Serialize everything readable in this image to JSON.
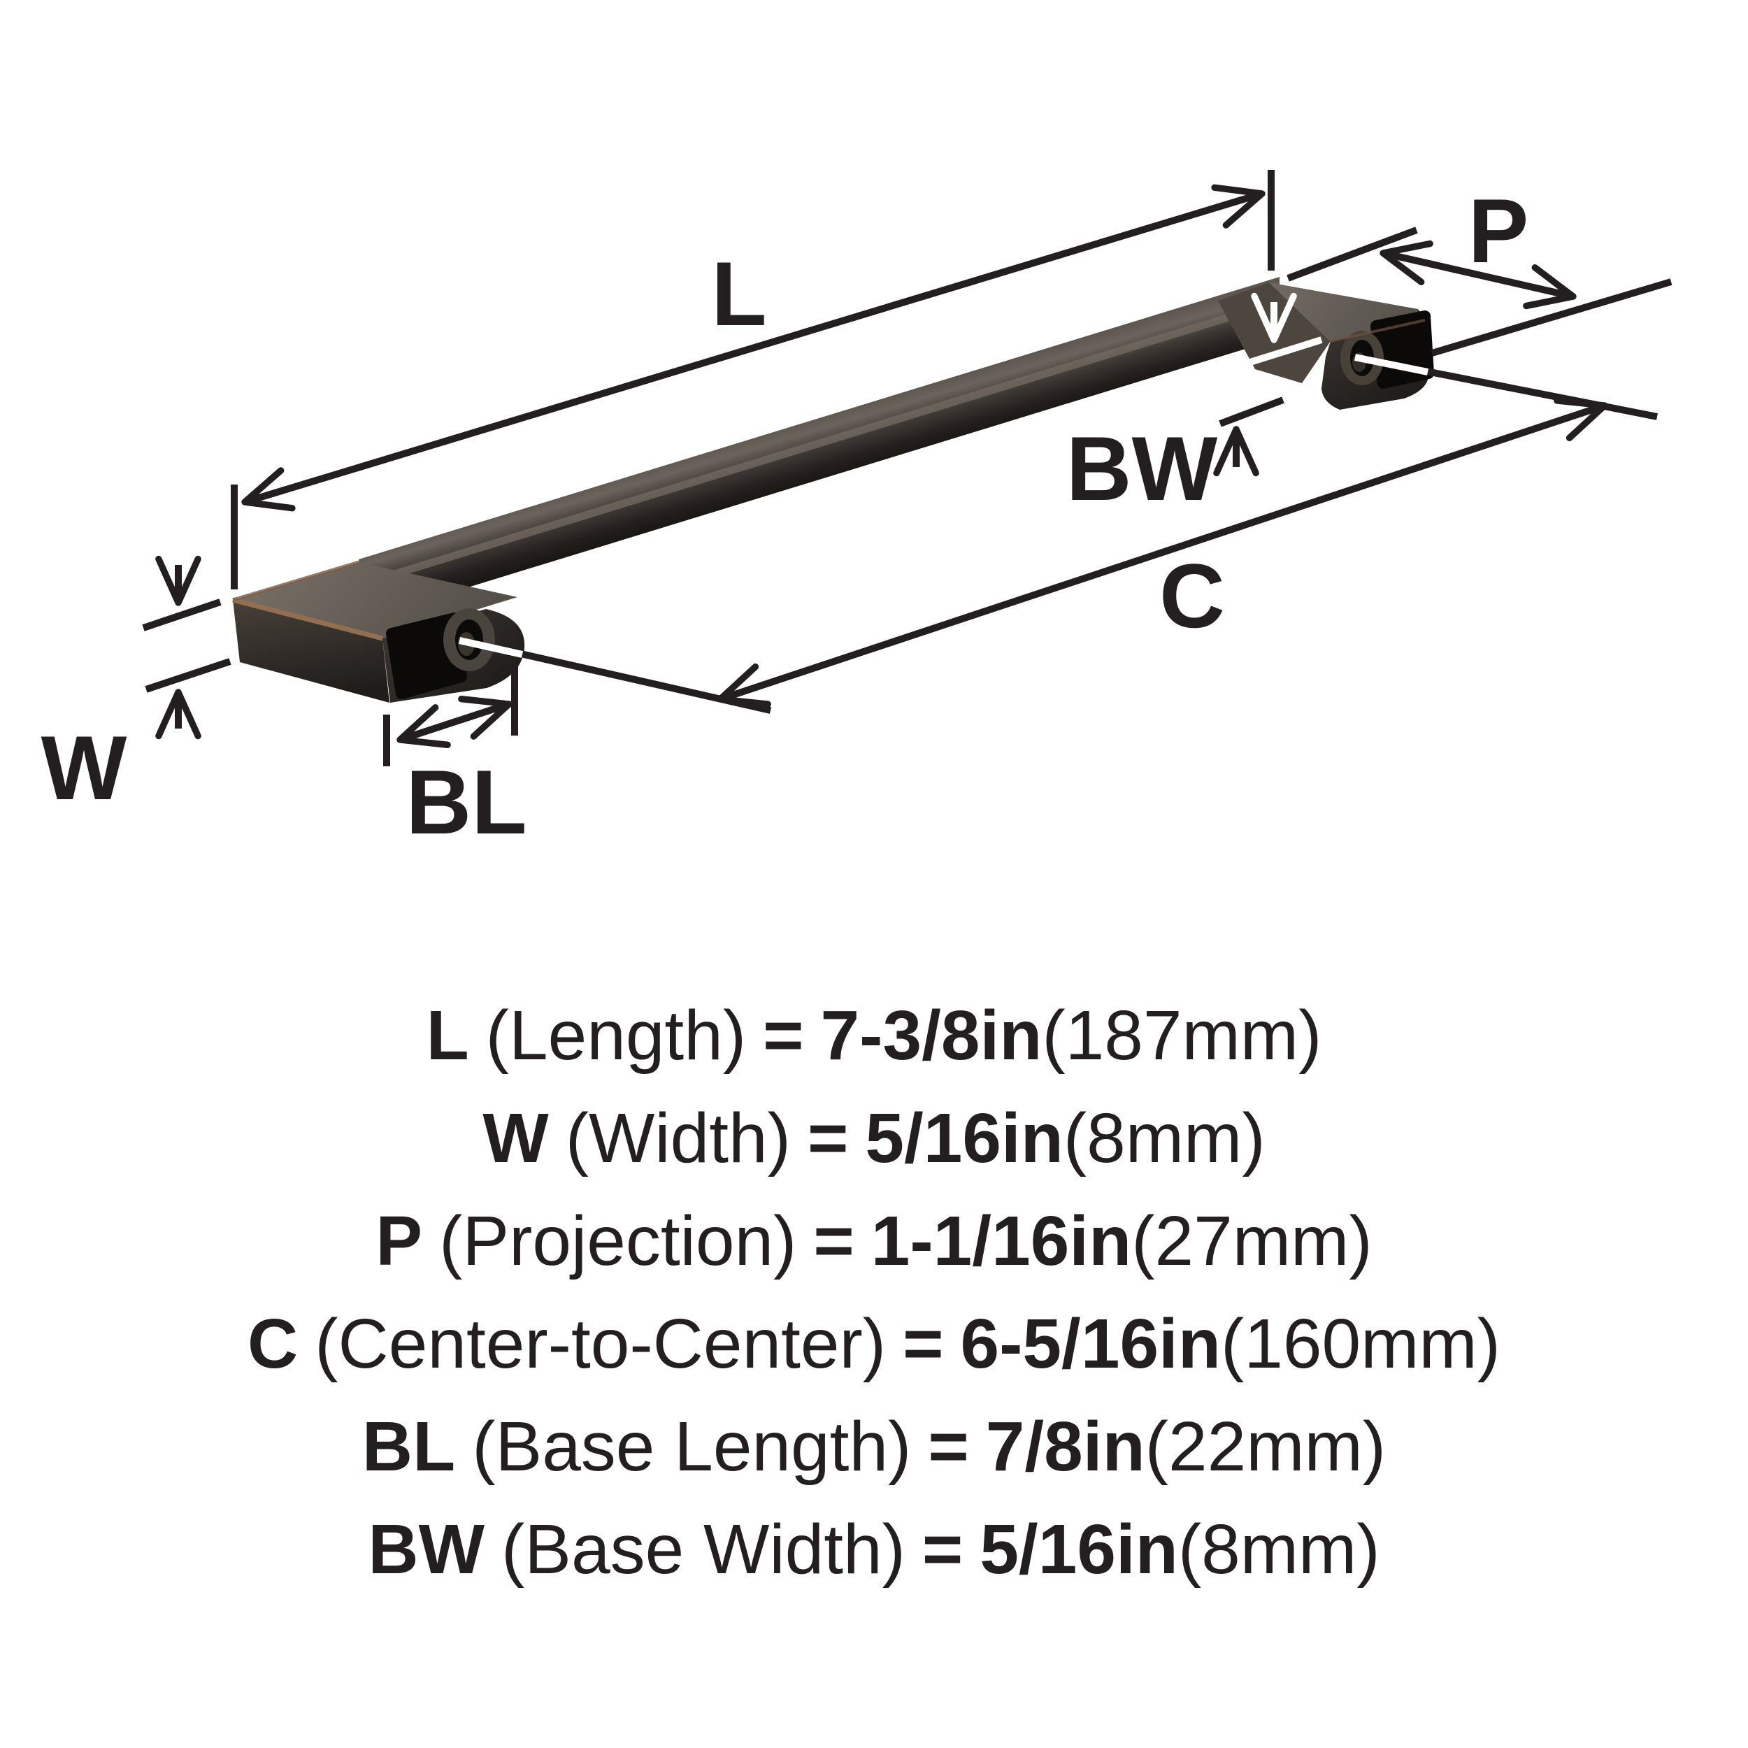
{
  "diagram": {
    "labels": {
      "length": "L",
      "width": "W",
      "projection": "P",
      "center_to_center": "C",
      "base_length": "BL",
      "base_width": "BW"
    },
    "colors": {
      "background": "#ffffff",
      "dimension_line": "#231f20",
      "white_marks": "#ffffff",
      "handle_top": "#6a635b",
      "handle_side": "#3b3632",
      "handle_bar_dark": "#241f1d",
      "copper_edge": "#8d6a4c",
      "recess_black": "#0b0a09"
    }
  },
  "specs": {
    "rows": [
      {
        "abbr": "L",
        "name": "(Length)",
        "eq": "=",
        "imperial": "7-3/8in",
        "metric": "(187mm)"
      },
      {
        "abbr": "W",
        "name": "(Width)",
        "eq": "=",
        "imperial": "5/16in",
        "metric": "(8mm)"
      },
      {
        "abbr": "P",
        "name": "(Projection)",
        "eq": "=",
        "imperial": "1-1/16in",
        "metric": "(27mm)"
      },
      {
        "abbr": "C",
        "name": "(Center-to-Center)",
        "eq": "=",
        "imperial": "6-5/16in",
        "metric": "(160mm)"
      },
      {
        "abbr": "BL",
        "name": "(Base Length)",
        "eq": "=",
        "imperial": "7/8in",
        "metric": "(22mm)"
      },
      {
        "abbr": "BW",
        "name": "(Base Width)",
        "eq": "=",
        "imperial": "5/16in",
        "metric": "(8mm)"
      }
    ]
  }
}
